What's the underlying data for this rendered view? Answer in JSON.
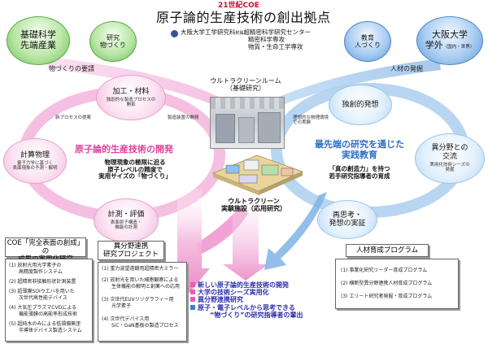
{
  "header": {
    "coe_tag": "21世紀COE",
    "title": "原子論的生産技術の創出拠点",
    "org_line1": "大阪大学工学研究科",
    "org_small": "附属",
    "org_line1b": "超精密科学研究センター",
    "org_line2": "精密科学専攻",
    "org_line3": "物質・生命工学専攻"
  },
  "left_top": {
    "big_bubble": [
      "基礎科学",
      "先端産業"
    ],
    "small_bubble": [
      "研究",
      "物づくり"
    ],
    "caption": "物づくりの要請"
  },
  "right_top": {
    "small_bubble": [
      "教育",
      "人づくり"
    ],
    "big_bubble": [
      "大阪大学",
      "学外"
    ],
    "big_bubble_sub": "（国内・世界）",
    "caption": "人材の発掘"
  },
  "center": {
    "clean_room_title": [
      "ウルトラクリーンルーム",
      "（基礎研究）"
    ],
    "facility_title": [
      "ウルトラクリーン",
      "実験施設（応用研究）"
    ]
  },
  "left_cycle": {
    "node_top": {
      "title": "加工・材料",
      "sub": [
        "独創的な製造プロセスの",
        "開拓"
      ]
    },
    "node_left": {
      "title": "計算物理",
      "sub": [
        "量子力学に基づく",
        "表面現象の予測・解明"
      ]
    },
    "node_bottom": {
      "title": "計測・評価",
      "sub": [
        "表面原子構造・",
        "機能の計測"
      ]
    },
    "arrow_label_left": "新プロセスの提案",
    "arrow_label_right": "製造装置の開発",
    "headline": "原子論的生産技術の開発",
    "desc": [
      "物理現象の極限に迫る",
      "原子レベルの精度で",
      "実用サイズの「物づくり」"
    ]
  },
  "right_cycle": {
    "node_top": {
      "title": "独創的発想"
    },
    "node_right": {
      "title": [
        "異分野との",
        "交流"
      ],
      "sub": [
        "実用化技術シーズの",
        "発掘"
      ]
    },
    "node_bottom": {
      "title": [
        "再思考・",
        "発想の実証"
      ]
    },
    "arrow_label": [
      "理想的な物理環境",
      "での実験"
    ],
    "headline": [
      "最先端の研究を通じた",
      "実践教育"
    ],
    "desc": [
      "「真の創造力」を持つ",
      "若手研究指導者の育成"
    ]
  },
  "outcomes": [
    "新しい原子論的生産技術の開発",
    "大学の技術シーズ実用化",
    "異分野連携研究",
    "原子・電子レベルから思考できる",
    "“物づくり”の研究指導者の輩出"
  ],
  "panel_coe": {
    "title": [
      "COE「完全表面の創成」の",
      "成果の実用化研究"
    ],
    "items": [
      [
        "(1) 放射光用光学素子の",
        "高精度製作システム"
      ],
      [
        "(2) 超精密非接触形状計測装置"
      ],
      [
        "(3) 超薄膜SOIウエハを用いた",
        "次世代高性能デバイス"
      ],
      [
        "(4) 大気圧プラズマCVDによる",
        "機能薄膜の高能率形成技術"
      ],
      [
        "(5) 超純水のみによる低損傷無歪",
        "半導体デバイス製造システム"
      ]
    ]
  },
  "panel_inter": {
    "title": [
      "異分野連携",
      "研究プロジェクト"
    ],
    "items": [
      [
        "(1) 重力波望遠鏡用超精密大ミラー"
      ],
      [
        "(2) 放射光を用いた細胞観察による",
        "生体機能の解明と創薬への応用"
      ],
      [
        "(3) 次世代EUVリソグラフィー用",
        "光学素子"
      ],
      [
        "(4) 次世代デバイス用",
        "SiC・GaN基板の製造プロセス"
      ]
    ]
  },
  "panel_hr": {
    "title": "人材育成プログラム",
    "items": [
      "(1) 事業化研究リーダー育成プログラム",
      "(2) 横断型異分野連携人材育成プログラム",
      "(3) エリート研究者発掘・育成プログラム"
    ]
  },
  "colors": {
    "pink": "#e85bb4",
    "blue": "#3f7fd0",
    "green": "#6fbf58",
    "header_red": "#c0102a"
  }
}
